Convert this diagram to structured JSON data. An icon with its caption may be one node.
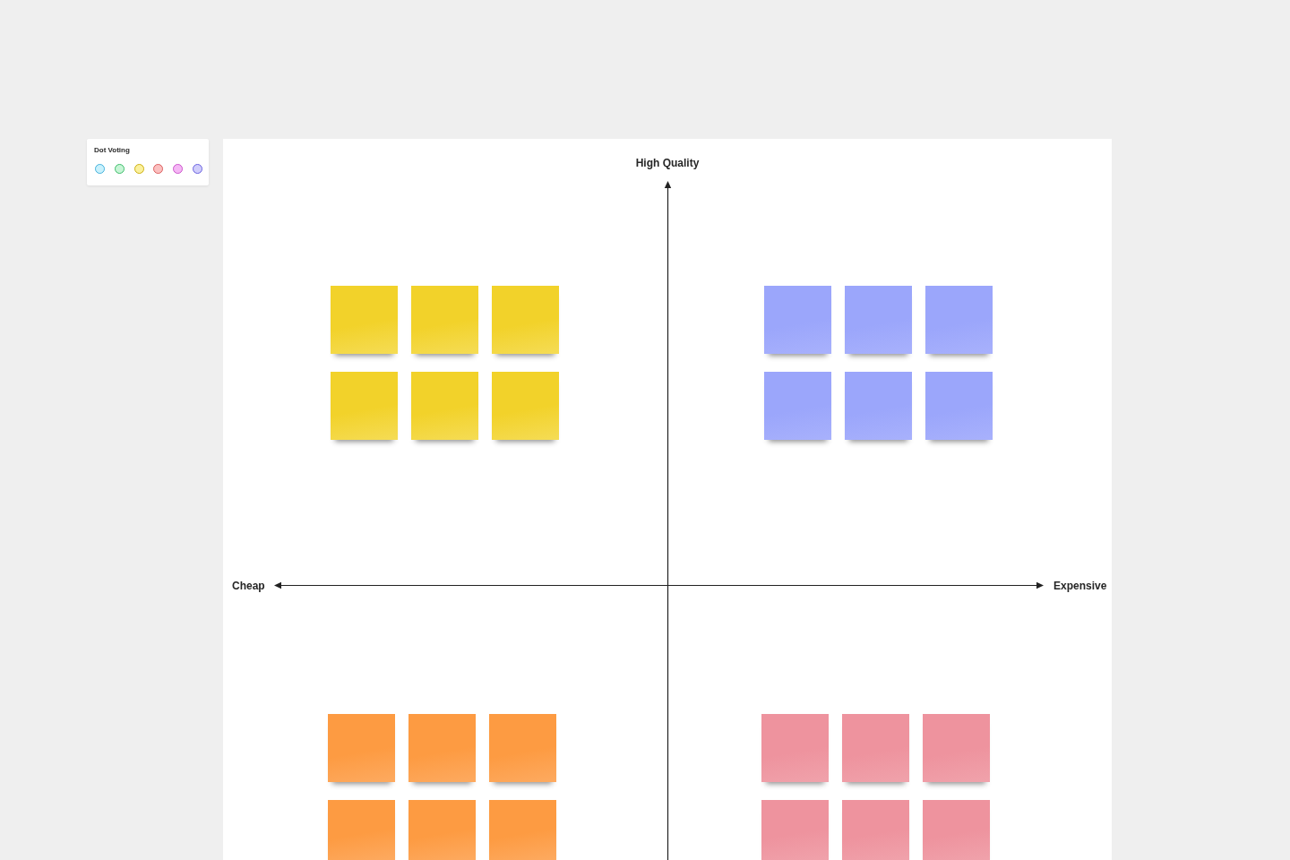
{
  "diagram": {
    "nodes": [
      {
        "text": [
          "Dot Voting"
        ]
      },
      {
        "text": [],
        "shape": "circle",
        "in": 0
      },
      {
        "text": [],
        "shape": "circle",
        "in": 0
      },
      {
        "text": [],
        "shape": "circle",
        "in": 0
      },
      {
        "text": [],
        "shape": "circle",
        "in": 0
      },
      {
        "text": [],
        "shape": "circle",
        "in": 0
      },
      {
        "text": [],
        "shape": "circle",
        "in": 0
      },
      {
        "text": [],
        "shape": "box"
      },
      {
        "text": [],
        "shape": "box"
      },
      {
        "text": [],
        "shape": "box"
      },
      {
        "text": [],
        "shape": "box"
      },
      {
        "text": [],
        "shape": "box"
      },
      {
        "text": [],
        "shape": "box"
      },
      {
        "text": [],
        "shape": "box"
      },
      {
        "text": [],
        "shape": "box"
      },
      {
        "text": [],
        "shape": "box"
      },
      {
        "text": [],
        "shape": "box"
      },
      {
        "text": [],
        "shape": "box"
      },
      {
        "text": [],
        "shape": "box"
      },
      {
        "text": [],
        "shape": "box"
      },
      {
        "text": [],
        "shape": "box"
      },
      {
        "text": [],
        "shape": "box"
      },
      {
        "text": [],
        "shape": "box"
      },
      {
        "text": [],
        "shape": "box"
      },
      {
        "text": [],
        "shape": "box"
      },
      {
        "text": [],
        "shape": "box"
      },
      {
        "text": [],
        "shape": "box"
      },
      {
        "text": [],
        "shape": "box"
      },
      {
        "text": [],
        "shape": "box"
      },
      {
        "text": [],
        "shape": "box"
      },
      {
        "text": [],
        "shape": "box"
      }
    ],
    "labels": [
      "High Quality",
      "Cheap",
      "Expensive"
    ]
  }
}
